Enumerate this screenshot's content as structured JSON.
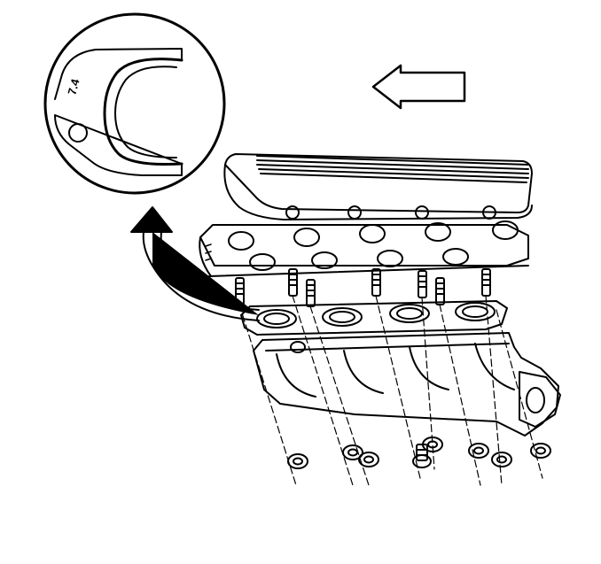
{
  "figure": {
    "detail_callout": {
      "label": "7.4"
    },
    "direction_arrow": {
      "points": "left"
    },
    "exhaust_manifold": {
      "ports": 4,
      "gasket_openings": 4
    },
    "cylinder_head": {
      "exhaust_studs": 7
    },
    "fasteners": {
      "nuts": 7,
      "bolts": 1
    },
    "colors": {
      "line": "#000000",
      "background": "#ffffff"
    }
  }
}
